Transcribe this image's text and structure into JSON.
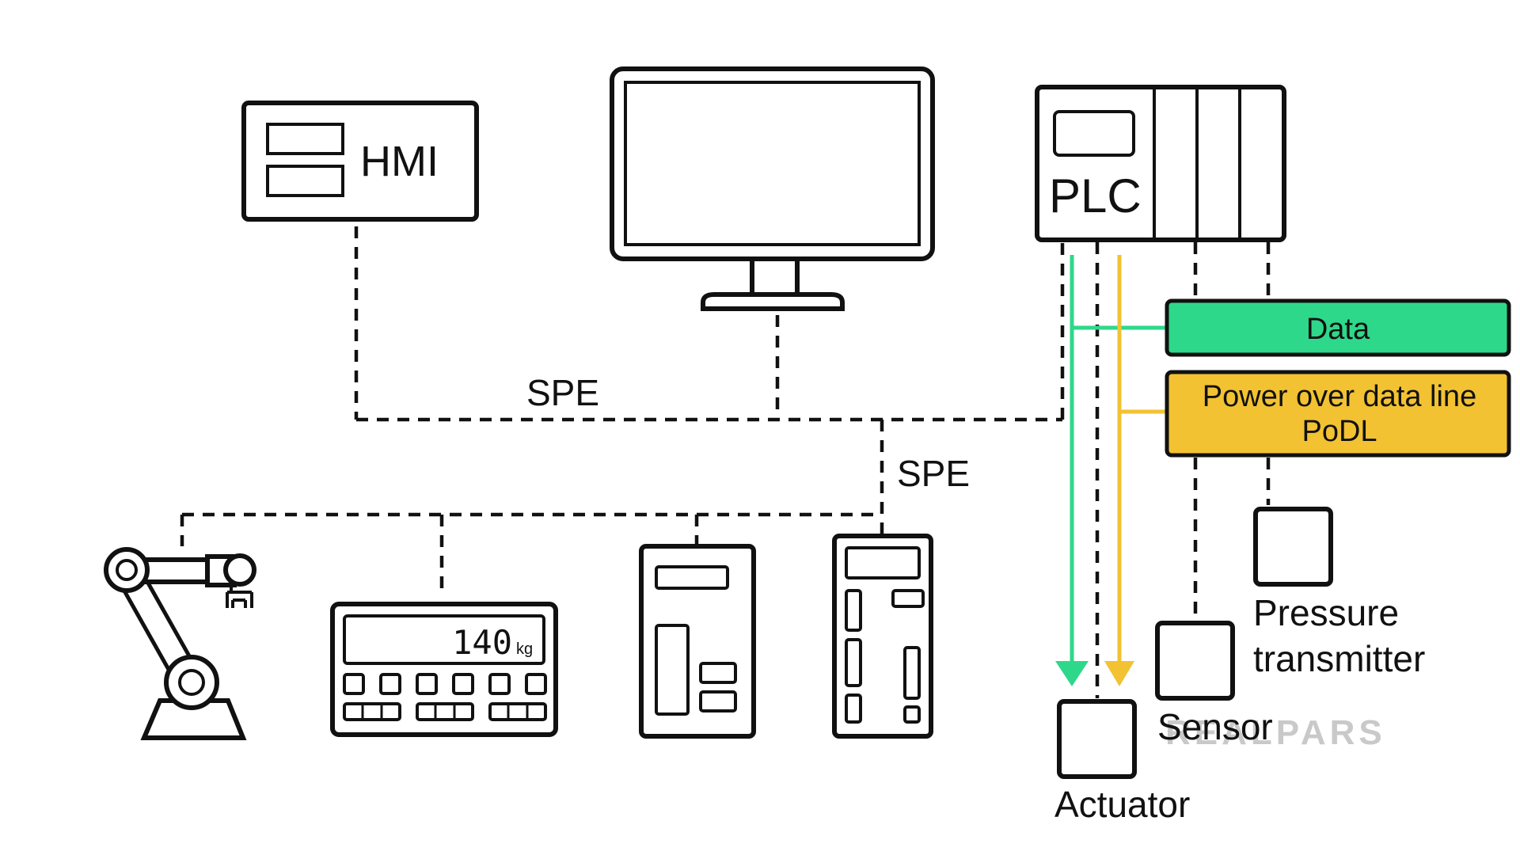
{
  "labels": {
    "hmi": "HMI",
    "plc": "PLC",
    "spe_main": "SPE",
    "spe_branch": "SPE",
    "data": "Data",
    "podl_line1": "Power over data line",
    "podl_line2": "PoDL",
    "pressure_line1": "Pressure",
    "pressure_line2": "transmitter",
    "sensor": "Sensor",
    "actuator": "Actuator",
    "scale_value": "140",
    "scale_unit": "kg",
    "watermark": "REALPARS"
  },
  "colors": {
    "line": "#111111",
    "data_green": "#2ed88a",
    "power_yellow": "#f2c232",
    "watermark": "#c9c9c9"
  },
  "icons": {
    "hmi": "hmi-panel-icon",
    "monitor": "computer-monitor-icon",
    "plc": "plc-rack-icon",
    "robot": "robot-arm-icon",
    "scale": "weighing-scale-icon",
    "controller": "controller-device-icon",
    "drive": "drive-device-icon",
    "sensor": "sensor-icon",
    "actuator": "actuator-icon",
    "pressure": "pressure-transmitter-icon"
  }
}
